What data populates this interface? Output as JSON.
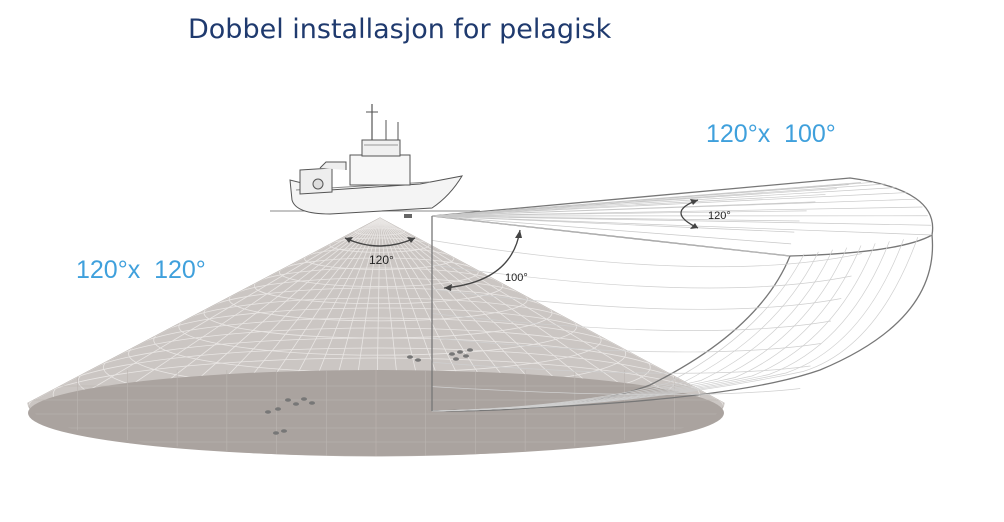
{
  "title": "Dobbel installasjon for pelagisk",
  "right_spec": "120°x  100°",
  "left_spec": "120°x  120°",
  "cone_angle_label": "120°",
  "fan_horizontal_label": "120°",
  "fan_vertical_label": "100°",
  "colors": {
    "title": "#1f3a6e",
    "spec": "#3fa0dc",
    "cone_fill": "#c9c4c1",
    "cone_base": "#a8a19d",
    "fan_stroke": "#777777"
  }
}
